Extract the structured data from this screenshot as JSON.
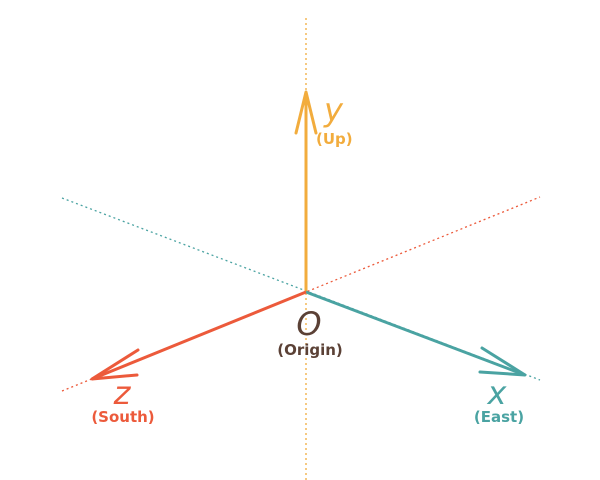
{
  "colors": {
    "x_axis": "#4aa3a2",
    "y_axis": "#f2ac3d",
    "z_axis": "#ec5a3b",
    "origin": "#5b4136"
  },
  "origin": {
    "symbol": "O",
    "caption": "(Origin)"
  },
  "axes": {
    "x": {
      "symbol": "x",
      "caption": "(East)"
    },
    "y": {
      "symbol": "y",
      "caption": "(Up)"
    },
    "z": {
      "symbol": "z",
      "caption": "(South)"
    }
  }
}
